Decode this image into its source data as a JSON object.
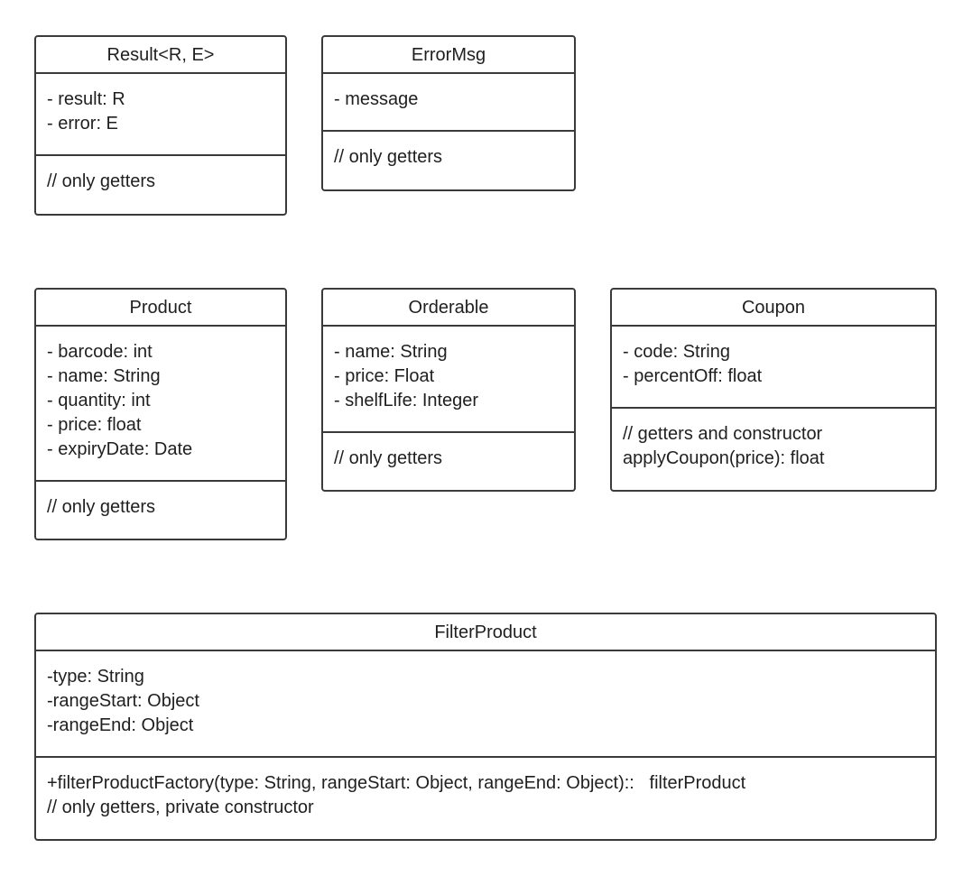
{
  "classes": {
    "result": {
      "name": "Result<R, E>",
      "attributes": [
        "- result: R",
        "- error: E"
      ],
      "operations": [
        "// only getters"
      ]
    },
    "errormsg": {
      "name": "ErrorMsg",
      "attributes": [
        "- message"
      ],
      "operations": [
        "// only getters"
      ]
    },
    "product": {
      "name": "Product",
      "attributes": [
        "- barcode: int",
        "- name: String",
        "- quantity: int",
        "- price: float",
        "- expiryDate: Date"
      ],
      "operations": [
        "// only getters"
      ]
    },
    "orderable": {
      "name": "Orderable",
      "attributes": [
        "- name: String",
        "- price: Float",
        "- shelfLife: Integer"
      ],
      "operations": [
        "// only getters"
      ]
    },
    "coupon": {
      "name": "Coupon",
      "attributes": [
        "- code: String",
        "- percentOff: float"
      ],
      "operations": [
        "// getters and constructor",
        "applyCoupon(price): float"
      ]
    },
    "filter": {
      "name": "FilterProduct",
      "attributes": [
        "-type: String",
        "-rangeStart: Object",
        "-rangeEnd: Object"
      ],
      "operations": [
        "+filterProductFactory(type: String, rangeStart: Object, rangeEnd: Object)::   filterProduct",
        "// only getters, private constructor"
      ]
    }
  }
}
